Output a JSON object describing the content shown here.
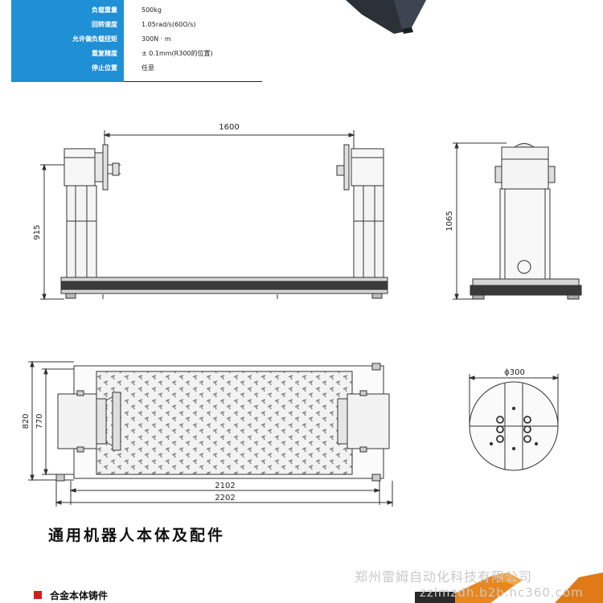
{
  "spec_table": {
    "rows": [
      {
        "label": "负载重量",
        "value": "500kg"
      },
      {
        "label": "回转速度",
        "value": "1.05rad/s(60O/s)"
      },
      {
        "label": "允许偏负载扭矩",
        "value": "300N · m"
      },
      {
        "label": "重复精度",
        "value": "± 0.1mm(R300的位置)"
      },
      {
        "label": "停止位置",
        "value": "任意"
      }
    ]
  },
  "dimensions": {
    "front_width": "1600",
    "front_height": "915",
    "side_height": "1065",
    "plan_depth_outer": "820",
    "plan_depth_inner": "770",
    "plan_width_inner": "2102",
    "plan_width_outer": "2202",
    "flange_diameter": "ϕ300"
  },
  "section_title": "通用机器人本体及配件",
  "subsection_title": "合金本体铸件",
  "watermark": {
    "line1": "郑州雷姆自动化科技有限公司",
    "line2": "zzlmzdh.b2b.hc360.com"
  },
  "colors": {
    "spec_header_bg": "#1f8fd6",
    "drawing_line": "#333333",
    "accent_red": "#d41c1c",
    "watermark": "#c9c9c9"
  }
}
